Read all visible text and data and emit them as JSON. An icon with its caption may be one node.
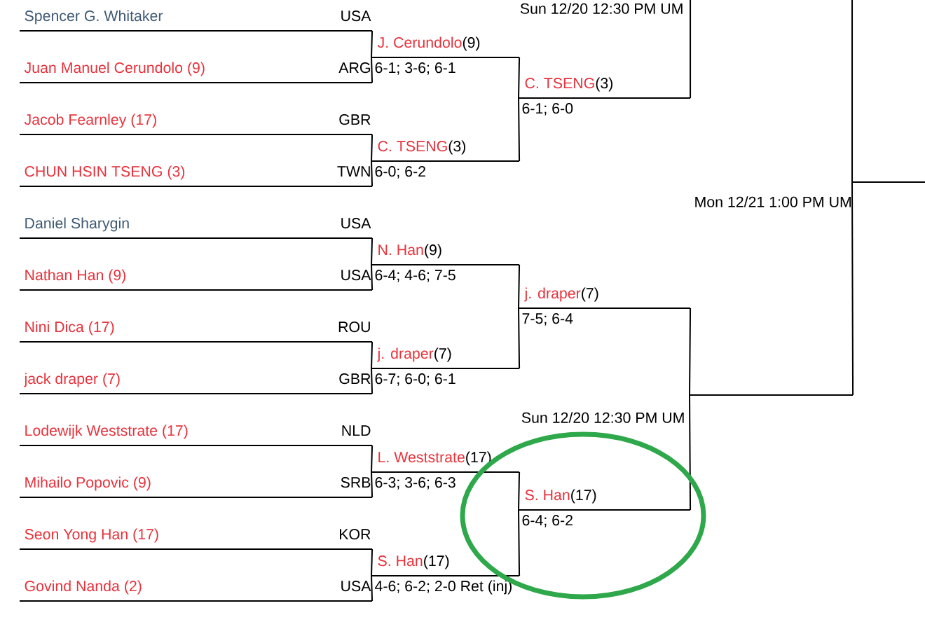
{
  "diagram": {
    "nodes": [
      {
        "text": [
          "Spencer G. Whitaker",
          "USA"
        ]
      },
      {
        "text": [
          "Juan Manuel Cerundolo (9)",
          "ARG"
        ]
      },
      {
        "text": [
          "Jacob Fearnley (17)",
          "GBR"
        ]
      },
      {
        "text": [
          "CHUN HSIN TSENG (3)",
          "TWN"
        ]
      },
      {
        "text": [
          "Daniel Sharygin",
          "USA"
        ]
      },
      {
        "text": [
          "Nathan Han (9)",
          "USA"
        ]
      },
      {
        "text": [
          "Nini Dica (17)",
          "ROU"
        ]
      },
      {
        "text": [
          "jack draper (7)",
          "GBR"
        ]
      },
      {
        "text": [
          "Lodewijk Weststrate (17)",
          "NLD"
        ]
      },
      {
        "text": [
          "Mihailo Popovic (9)",
          "SRB"
        ]
      },
      {
        "text": [
          "Seon Yong Han (17)",
          "KOR"
        ]
      },
      {
        "text": [
          "Govind Nanda (2)",
          "USA"
        ]
      },
      {
        "text": [
          "J. Cerundolo",
          "(9)",
          "6-1; 3-6; 6-1"
        ]
      },
      {
        "text": [
          "C. TSENG",
          "(3)",
          "6-0; 6-2"
        ]
      },
      {
        "text": [
          "N. Han",
          "(9)",
          "6-4; 4-6; 7-5"
        ]
      },
      {
        "text": [
          "j. draper",
          "(7)",
          "6-7; 6-0; 6-1"
        ]
      },
      {
        "text": [
          "L. Weststrate",
          "(17)",
          "6-3; 3-6; 6-3"
        ]
      },
      {
        "text": [
          "S. Han",
          "(17)",
          "4-6; 6-2; 2-0 Ret (inj)"
        ]
      },
      {
        "text": [
          "C. TSENG",
          "(3)",
          "6-1; 6-0"
        ]
      },
      {
        "text": [
          "j. draper",
          "(7)",
          "7-5; 6-4"
        ]
      },
      {
        "text": [
          "S. Han",
          "(17)",
          "6-4; 6-2"
        ]
      },
      {
        "text": [],
        "shape": "line"
      },
      {
        "text": [],
        "shape": "line"
      },
      {
        "text": [
          "Sun 12/20 12:30 PM UM"
        ]
      }
    ],
    "edges": [
      {
        "from": 0,
        "to": 12,
        "arrow": "none"
      },
      {
        "from": 1,
        "to": 12,
        "arrow": "none"
      },
      {
        "from": 2,
        "to": 13,
        "arrow": "none"
      },
      {
        "from": 3,
        "to": 13,
        "arrow": "none"
      },
      {
        "from": 4,
        "to": 14,
        "arrow": "none"
      },
      {
        "from": 5,
        "to": 14,
        "arrow": "none"
      },
      {
        "from": 6,
        "to": 15,
        "arrow": "none"
      },
      {
        "from": 7,
        "to": 15,
        "arrow": "none"
      },
      {
        "from": 8,
        "to": 16,
        "arrow": "none"
      },
      {
        "from": 9,
        "to": 16,
        "arrow": "none"
      },
      {
        "from": 10,
        "to": 17,
        "arrow": "none"
      },
      {
        "from": 11,
        "to": 17,
        "arrow": "none"
      },
      {
        "from": 12,
        "to": 18,
        "arrow": "none"
      },
      {
        "from": 13,
        "to": 18,
        "arrow": "none"
      },
      {
        "from": 14,
        "to": 19,
        "arrow": "none"
      },
      {
        "from": 15,
        "to": 19,
        "arrow": "none"
      },
      {
        "from": 16,
        "to": 20,
        "arrow": "none"
      },
      {
        "from": 17,
        "to": 20,
        "arrow": "none"
      },
      {
        "from": 18,
        "to": 23,
        "arrow": "none"
      },
      {
        "from": 19,
        "to": 21,
        "arrow": "none"
      },
      {
        "from": 20,
        "to": 21,
        "arrow": "none"
      },
      {
        "from": null,
        "to": 22,
        "arrow": "none"
      },
      {
        "from": 21,
        "to": 22,
        "arrow": "none"
      }
    ],
    "labels": [
      "Mon 12/21 1:00 PM UM",
      "Sun 12/20 12:30 PM UM"
    ]
  }
}
